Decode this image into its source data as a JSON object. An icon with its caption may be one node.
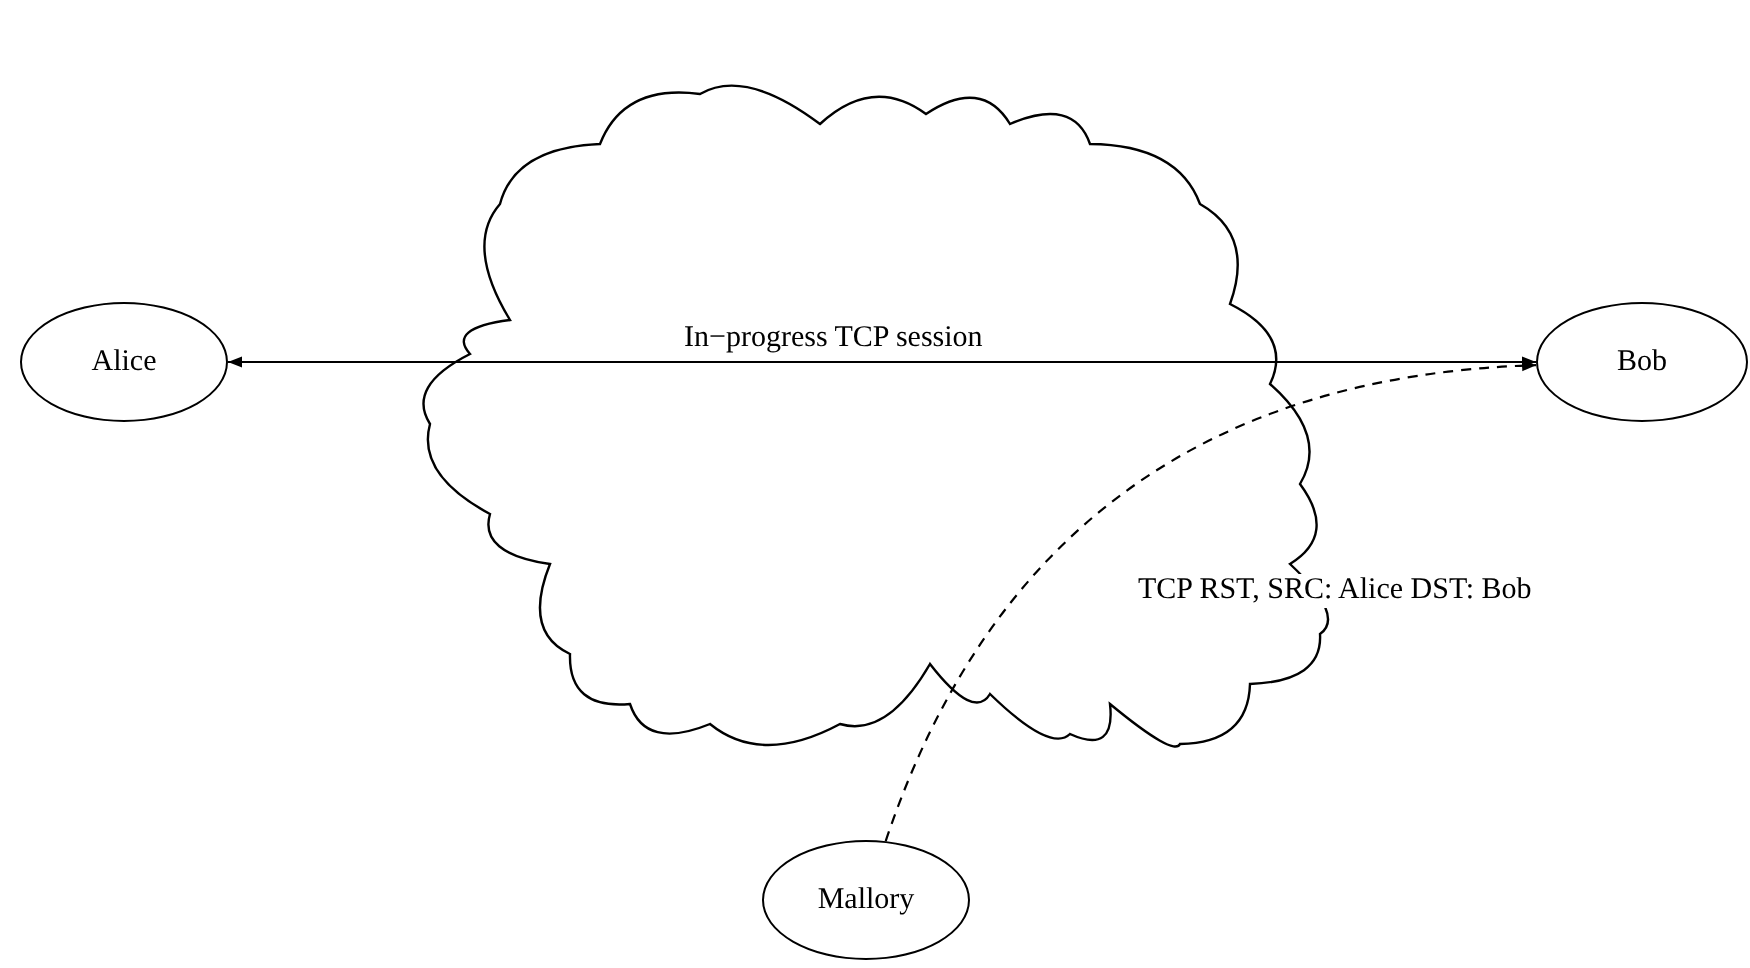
{
  "diagram": {
    "nodes": [
      {
        "text": [
          "Alice"
        ]
      },
      {
        "text": [
          "Bob"
        ]
      },
      {
        "text": [
          "Mallory"
        ]
      }
    ],
    "edges": [
      {
        "from": 0,
        "to": 1,
        "arrow": "both",
        "label": "In−progress TCP session"
      },
      {
        "from": 2,
        "to": 1,
        "arrow": "to",
        "style": "dashed",
        "label": "TCP RST, SRC: Alice DST: Bob"
      }
    ]
  }
}
